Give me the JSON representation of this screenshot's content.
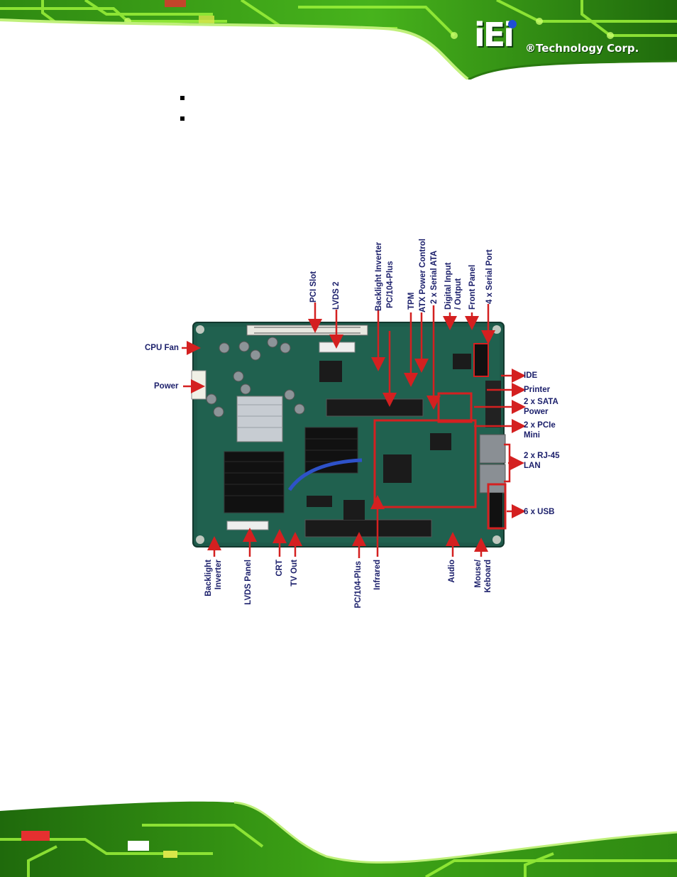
{
  "header": {
    "logo_mark": "iEi",
    "logo_text": "®Technology Corp."
  },
  "figure": {
    "labels_left": {
      "cpu_fan": "CPU Fan",
      "power": "Power"
    },
    "labels_top": {
      "pci_slot": "PCI Slot",
      "lvds2": "LVDS 2",
      "backlight_inverter": "Backlight Inverter",
      "pc104_plus": "PC/104-Plus",
      "tpm": "TPM",
      "atx_power_control": "ATX Power Control",
      "serial_ata": "2 x Serial ATA",
      "digital_io_line1": "Digital Input",
      "digital_io_line2": "/ Output",
      "front_panel": "Front Panel",
      "serial_port": "4 x Serial Port"
    },
    "labels_right": {
      "ide": "IDE",
      "printer": "Printer",
      "sata_power_line1": "2 x SATA",
      "sata_power_line2": "Power",
      "pcie_mini_line1": "2 x PCIe",
      "pcie_mini_line2": "Mini",
      "rj45_line1": "2 x RJ-45",
      "rj45_line2": "LAN",
      "usb": "6 x USB"
    },
    "labels_bottom": {
      "backlight_line1": "Backlight",
      "backlight_line2": "Inverter",
      "lvds_panel": "LVDS Panel",
      "crt": "CRT",
      "tv_out": "TV Out",
      "pc104_plus_bottom": "PC/104-Plus",
      "infrared": "Infrared",
      "audio": "Audio",
      "mouse_line1": "Mouse/",
      "mouse_line2": "Keboard"
    },
    "colors": {
      "label": "#1b1f6b",
      "arrow": "#d42020",
      "board": "#1e5a4a"
    }
  }
}
